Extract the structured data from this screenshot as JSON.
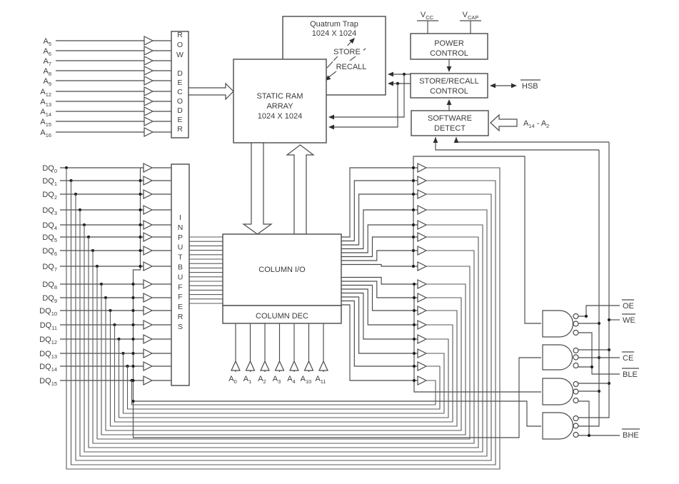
{
  "title": "nvSRAM block diagram",
  "blocks": {
    "row_decoder": {
      "text": "ROW DECODER"
    },
    "quantum_trap": {
      "line1": "Quatrum Trap",
      "line2": "1024 X 1024"
    },
    "static_ram": {
      "line1": "STATIC RAM",
      "line2": "ARRAY",
      "line3": "1024 X 1024"
    },
    "power_control": {
      "line1": "POWER",
      "line2": "CONTROL"
    },
    "store_recall": {
      "line1": "STORE/RECALL",
      "line2": "CONTROL"
    },
    "software_detect": {
      "line1": "SOFTWARE",
      "line2": "DETECT"
    },
    "column_io": {
      "text": "COLUMN I/O"
    },
    "column_dec": {
      "text": "COLUMN DEC"
    },
    "input_buffers": {
      "text": "INPUTBUFFERS"
    }
  },
  "labels": {
    "store": "STORE",
    "recall": "RECALL",
    "hsb": "HSB",
    "vcc": {
      "base": "V",
      "sub": "CC"
    },
    "vcap": {
      "base": "V",
      "sub": "CAP"
    },
    "addr_range_parts": [
      {
        "text": "A"
      },
      {
        "sub": "14"
      },
      {
        "text": " - A"
      },
      {
        "sub": "2"
      }
    ]
  },
  "address_inputs": [
    {
      "base": "A",
      "sub": "5"
    },
    {
      "base": "A",
      "sub": "6"
    },
    {
      "base": "A",
      "sub": "7"
    },
    {
      "base": "A",
      "sub": "8"
    },
    {
      "base": "A",
      "sub": "9"
    },
    {
      "base": "A",
      "sub": "12"
    },
    {
      "base": "A",
      "sub": "13"
    },
    {
      "base": "A",
      "sub": "14"
    },
    {
      "base": "A",
      "sub": "15"
    },
    {
      "base": "A",
      "sub": "16"
    }
  ],
  "dq_inputs": [
    {
      "base": "DQ",
      "sub": "0"
    },
    {
      "base": "DQ",
      "sub": "1"
    },
    {
      "base": "DQ",
      "sub": "2"
    },
    {
      "base": "DQ",
      "sub": "3"
    },
    {
      "base": "DQ",
      "sub": "4"
    },
    {
      "base": "DQ",
      "sub": "5"
    },
    {
      "base": "DQ",
      "sub": "6"
    },
    {
      "base": "DQ",
      "sub": "7"
    },
    {
      "base": "DQ",
      "sub": "8"
    },
    {
      "base": "DQ",
      "sub": "9"
    },
    {
      "base": "DQ",
      "sub": "10"
    },
    {
      "base": "DQ",
      "sub": "11"
    },
    {
      "base": "DQ",
      "sub": "12"
    },
    {
      "base": "DQ",
      "sub": "13"
    },
    {
      "base": "DQ",
      "sub": "14"
    },
    {
      "base": "DQ",
      "sub": "15"
    }
  ],
  "column_addresses": [
    {
      "base": "A",
      "sub": "0"
    },
    {
      "base": "A",
      "sub": "1"
    },
    {
      "base": "A",
      "sub": "2"
    },
    {
      "base": "A",
      "sub": "3"
    },
    {
      "base": "A",
      "sub": "4"
    },
    {
      "base": "A",
      "sub": "10"
    },
    {
      "base": "A",
      "sub": "11"
    }
  ],
  "control_pins": [
    {
      "name": "OE",
      "overline": true
    },
    {
      "name": "WE",
      "overline": true
    },
    {
      "name": "CE",
      "overline": true
    },
    {
      "name": "BLE",
      "overline": true
    },
    {
      "name": "BHE",
      "overline": true
    }
  ],
  "colors": {
    "line": "#4a4a4a",
    "text": "#3b3b3b",
    "dot": "#1f1f1f",
    "bg": "#ffffff"
  }
}
